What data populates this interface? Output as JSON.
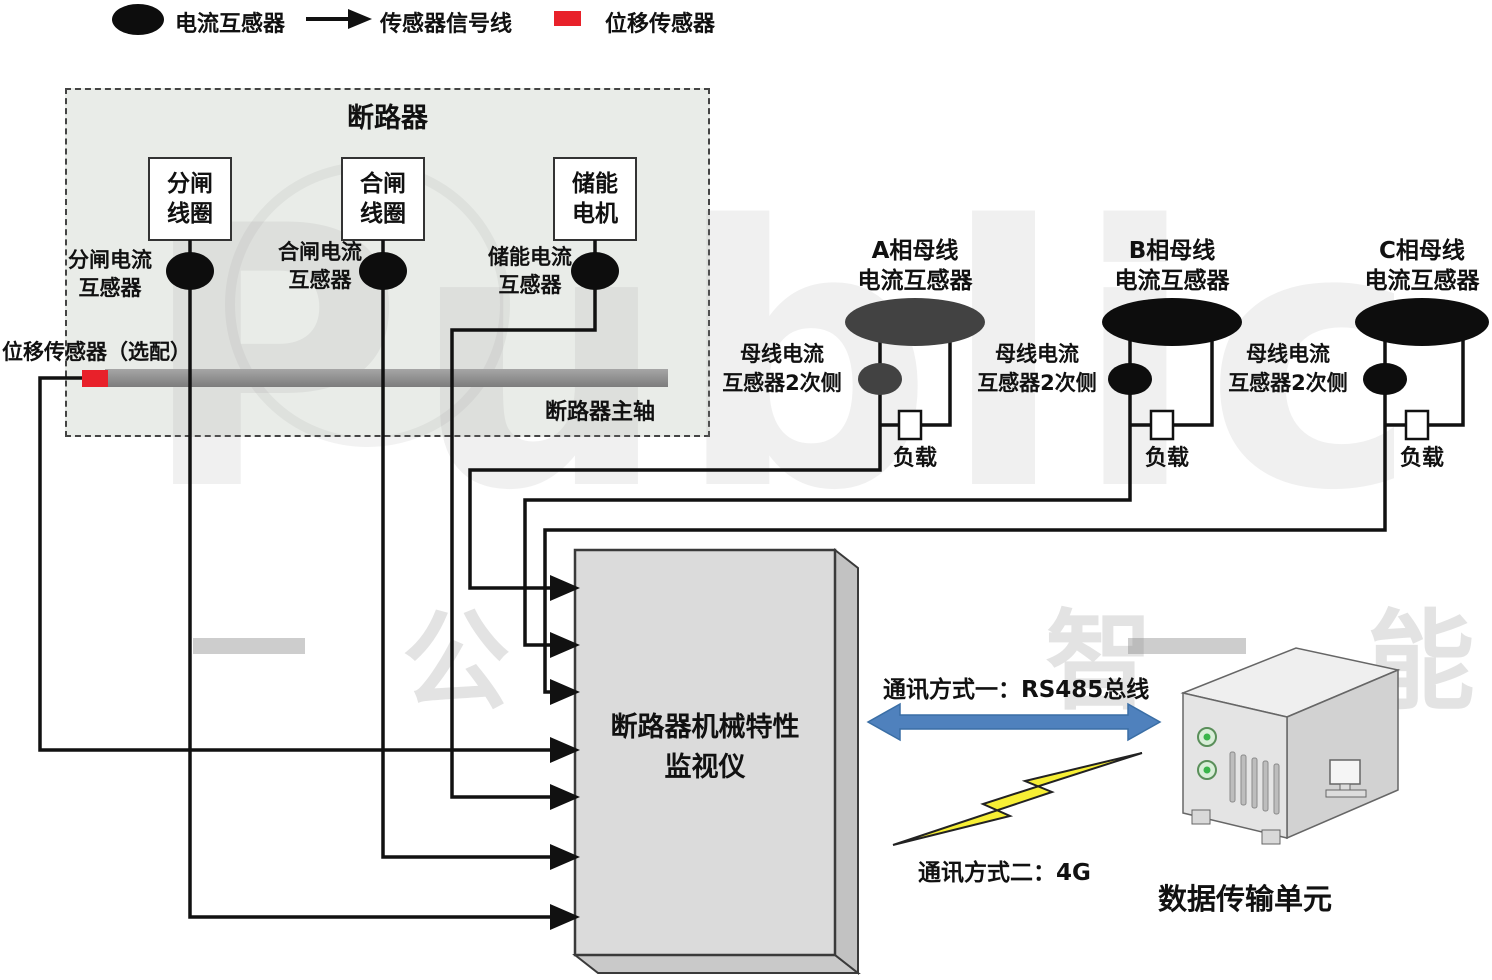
{
  "legend": {
    "items": [
      {
        "label": "电流互感器",
        "swatch": "black-ellipse"
      },
      {
        "label": "传感器信号线",
        "swatch": "signal-arrow"
      },
      {
        "label": "位移传感器",
        "swatch": "red-square"
      }
    ]
  },
  "breaker": {
    "title": "断路器",
    "units": [
      {
        "box_line1": "分闸",
        "box_line2": "线圈",
        "ct_line1": "分闸电流",
        "ct_line2": "互感器"
      },
      {
        "box_line1": "合闸",
        "box_line2": "线圈",
        "ct_line1": "合闸电流",
        "ct_line2": "互感器"
      },
      {
        "box_line1": "储能",
        "box_line2": "电机",
        "ct_line1": "储能电流",
        "ct_line2": "互感器"
      }
    ],
    "displacement_label": "位移传感器（选配）",
    "shaft_label": "断路器主轴"
  },
  "phases": [
    {
      "title_line1": "A相母线",
      "title_line2": "电流互感器",
      "secondary_line1": "母线电流",
      "secondary_line2": "互感器2次侧",
      "load_label": "负载"
    },
    {
      "title_line1": "B相母线",
      "title_line2": "电流互感器",
      "secondary_line1": "母线电流",
      "secondary_line2": "互感器2次侧",
      "load_label": "负载"
    },
    {
      "title_line1": "C相母线",
      "title_line2": "电流互感器",
      "secondary_line1": "母线电流",
      "secondary_line2": "互感器2次侧",
      "load_label": "负载"
    }
  ],
  "monitor": {
    "title_line1": "断路器机械特性",
    "title_line2": "监视仪"
  },
  "communication": {
    "method1": "通讯方式一：RS485总线",
    "method2": "通讯方式二：4G"
  },
  "dtu": {
    "label": "数据传输单元"
  },
  "watermark": {
    "latin": "Public",
    "cjk": "公 众 智 能"
  },
  "colors": {
    "signal_line": "#111111",
    "displacement_sensor": "#e8212a",
    "rs485_arrow": "#4f81bd",
    "lightning": "#f7ef35",
    "enclosure_fill": "#e9ece8"
  }
}
